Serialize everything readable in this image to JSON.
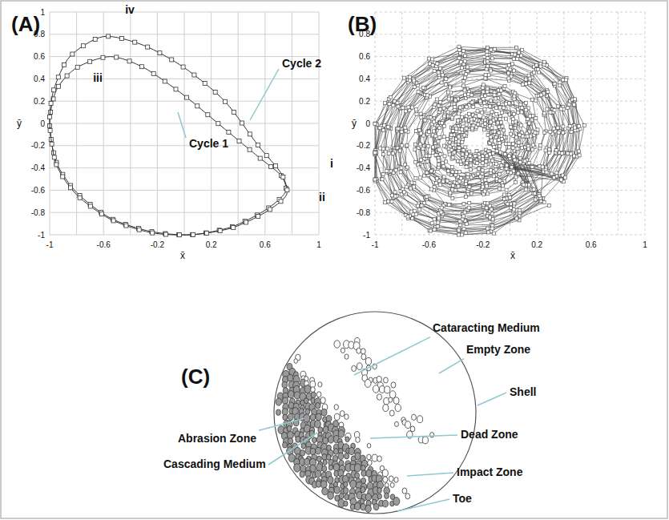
{
  "diagram": {
    "labels": [
      "(A)",
      "iv",
      "Cycle 2",
      "iii",
      "Cycle 1",
      "i",
      "ii",
      "1",
      "0.8",
      "0.6",
      "0.4",
      "0.2",
      "0",
      "-0.2",
      "-0.4",
      "-0.6",
      "-0.8",
      "-1",
      "-1",
      "-0.6",
      "-0.2",
      "0.2",
      "0.6",
      "1",
      "x̄",
      "ȳ",
      "(B)",
      "0.8",
      "0.6",
      "0.4",
      "0.2",
      "0",
      "-0.2",
      "-0.4",
      "-0.6",
      "-0.8",
      "-1",
      "-1",
      "-0.6",
      "-0.2",
      "0.2",
      "0.6",
      "1",
      "x̄",
      "ȳ",
      "(C)",
      "Cataracting Medium",
      "Empty Zone",
      "Shell",
      "Abrasion Zone",
      "Dead Zone",
      "Cascading Medium",
      "Impact Zone",
      "Toe"
    ]
  }
}
